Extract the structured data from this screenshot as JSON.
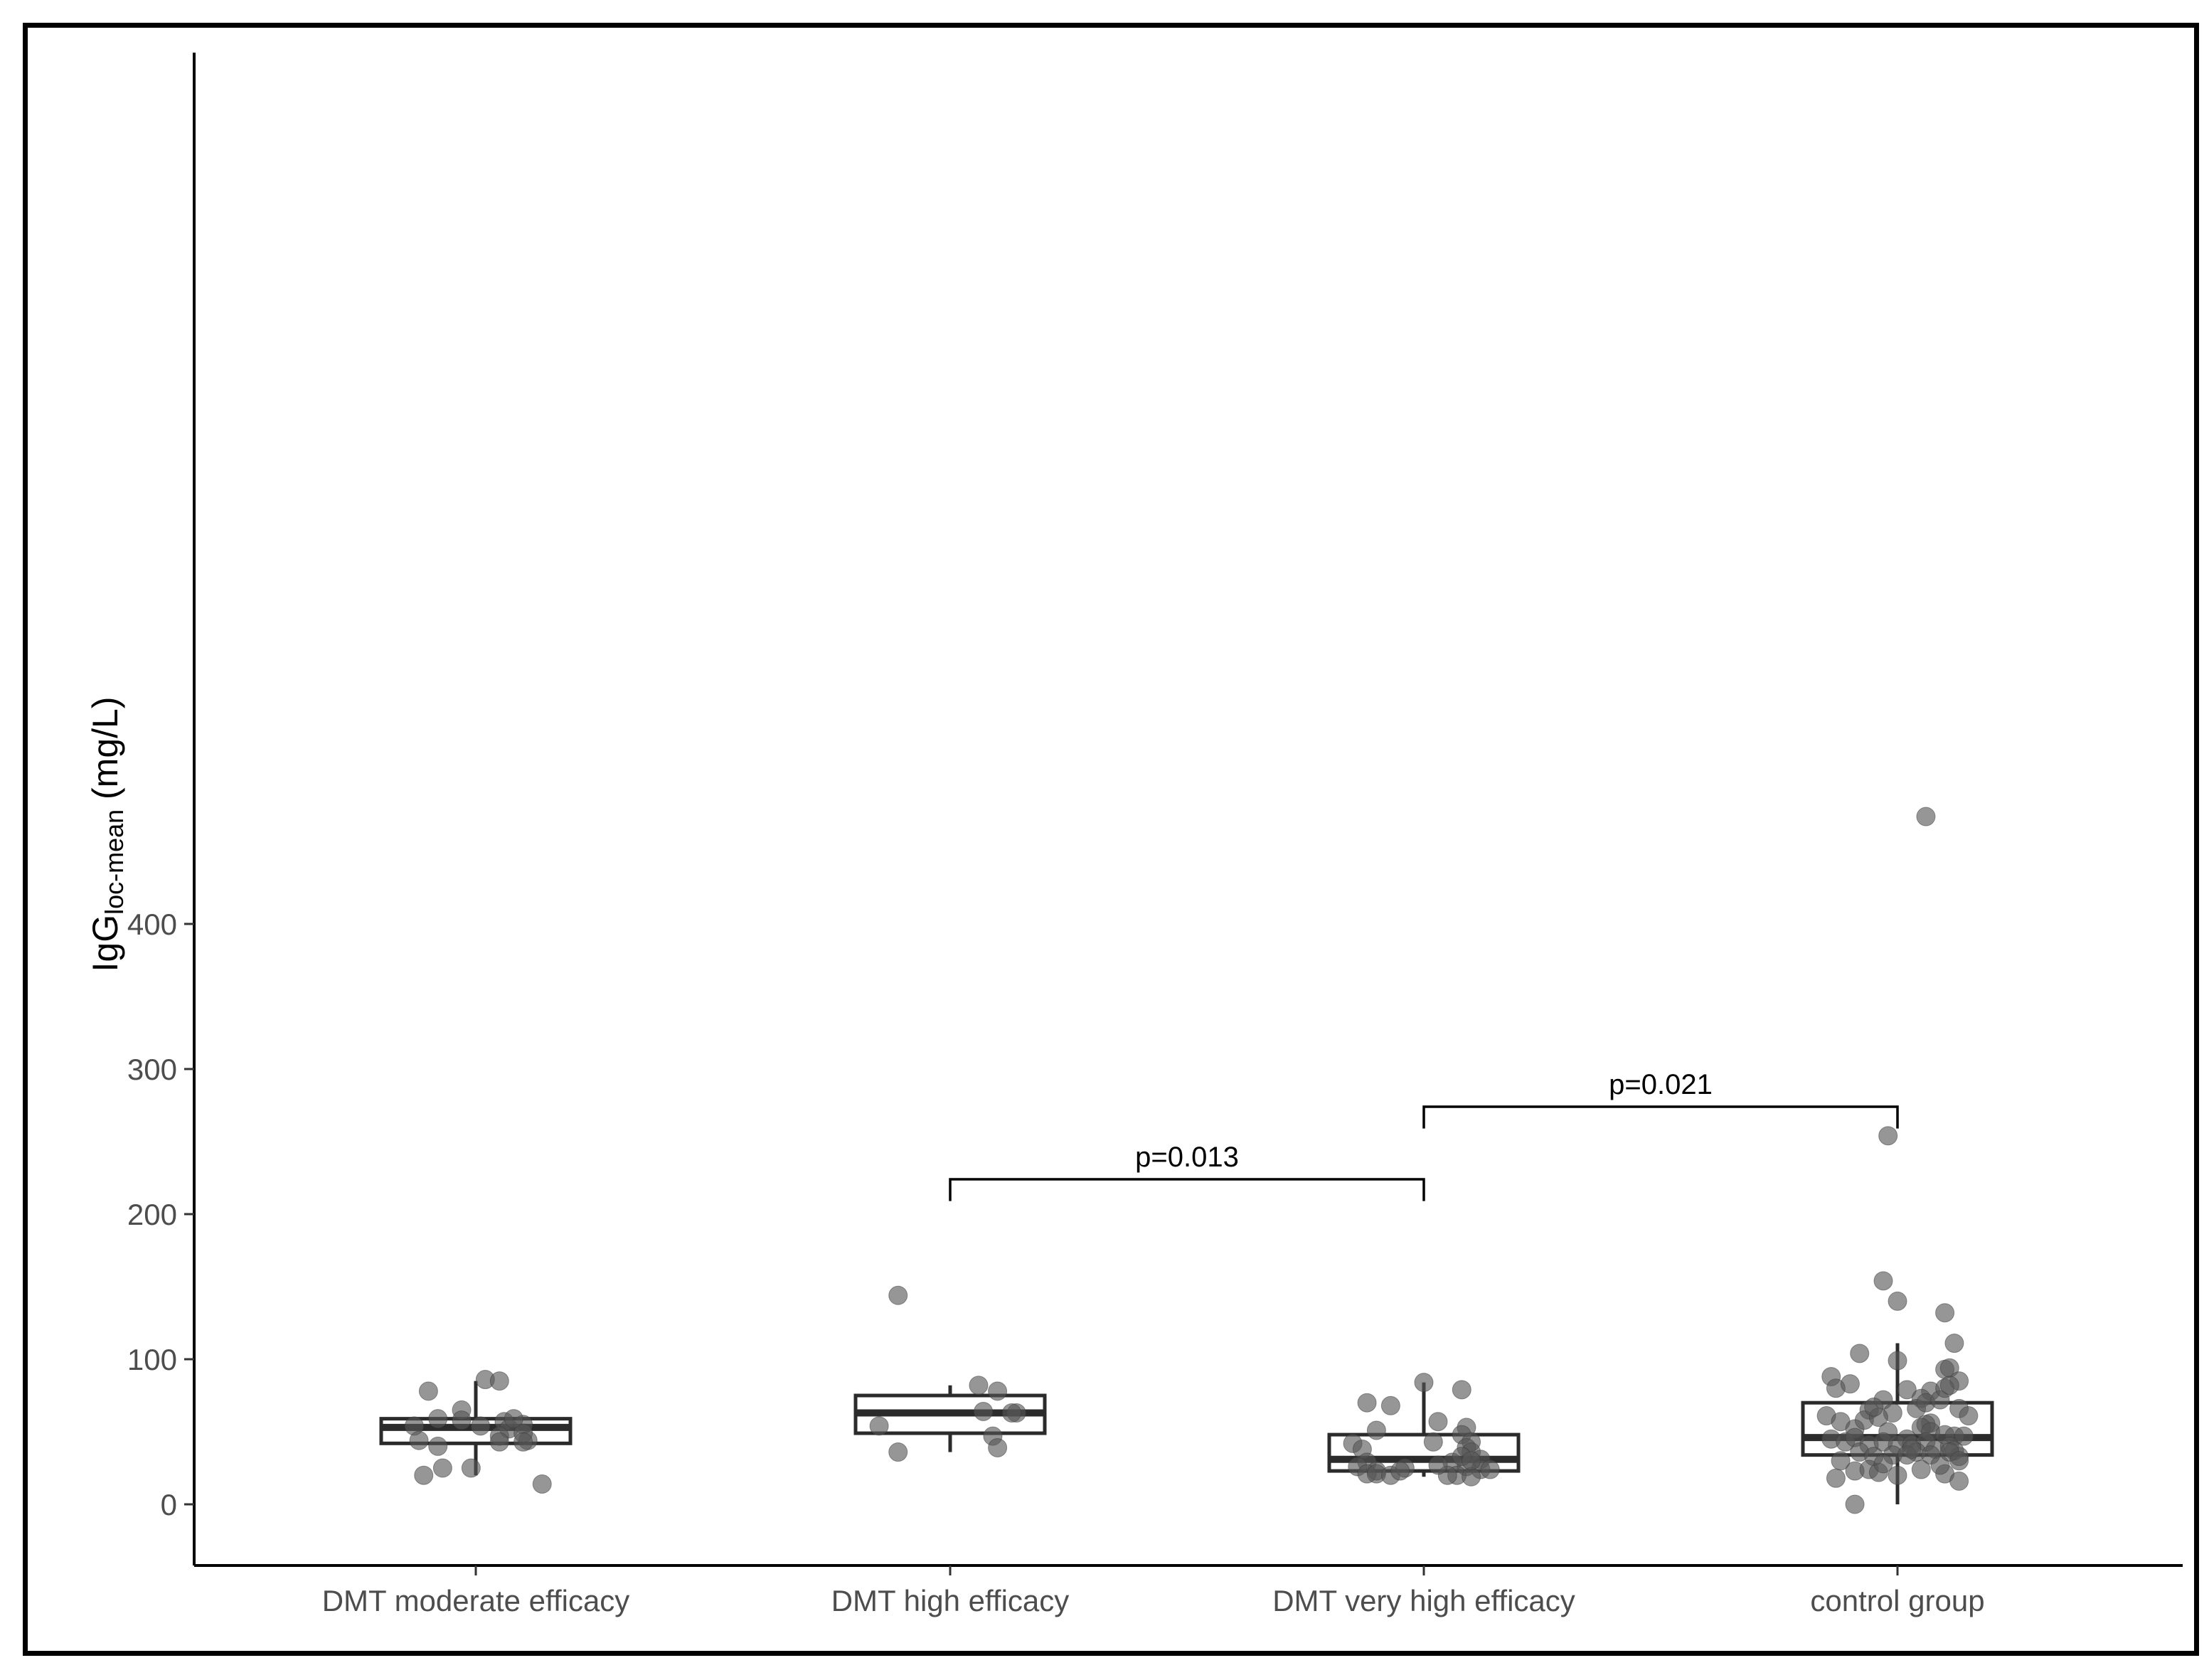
{
  "chart_data": {
    "type": "box",
    "title": "",
    "xlabel": "",
    "ylabel": {
      "main": "IgG",
      "subscript": "loc-mean",
      "unit": " (mg/L)"
    },
    "ylim": [
      -22,
      500
    ],
    "y_ticks": [
      0,
      100,
      200,
      300,
      400
    ],
    "categories": [
      "DMT moderate efficacy",
      "DMT high efficacy",
      "DMT very high efficacy",
      "control group"
    ],
    "grid": false,
    "legend": "none",
    "colors": {
      "box": "#2b2b2b",
      "point": "#555555",
      "axis": "#000000"
    },
    "boxes": [
      {
        "category": "DMT moderate efficacy",
        "whisker_low": 20,
        "q1": 42,
        "median": 53,
        "q3": 59,
        "whisker_high": 85
      },
      {
        "category": "DMT high efficacy",
        "whisker_low": 36,
        "q1": 49,
        "median": 63,
        "q3": 75,
        "whisker_high": 82
      },
      {
        "category": "DMT very high efficacy",
        "whisker_low": 19,
        "q1": 23,
        "median": 31,
        "q3": 48,
        "whisker_high": 84
      },
      {
        "category": "control group",
        "whisker_low": 0,
        "q1": 34,
        "median": 46,
        "q3": 70,
        "whisker_high": 111
      }
    ],
    "points": [
      {
        "category": "DMT moderate efficacy",
        "x_jitter": [
          -0.1,
          -0.08,
          -0.13,
          -0.12,
          -0.08,
          -0.03,
          -0.01,
          -0.03,
          0.02,
          0.05,
          0.06,
          0.07,
          0.1,
          0.11,
          0.05,
          0.1,
          0.08,
          0.1,
          0.05,
          -0.07,
          -0.11,
          0.01,
          0.14
        ],
        "y": [
          78,
          59,
          54,
          44,
          40,
          65,
          25,
          58,
          86,
          85,
          57,
          52,
          55,
          44,
          47,
          49,
          59,
          43,
          43,
          25,
          20,
          54,
          14
        ]
      },
      {
        "category": "DMT high efficacy",
        "x_jitter": [
          -0.11,
          -0.15,
          -0.11,
          0.06,
          0.1,
          0.07,
          0.14,
          0.13,
          0.09,
          0.1
        ],
        "y": [
          144,
          54,
          36,
          82,
          78,
          64,
          63,
          63,
          47,
          39
        ]
      },
      {
        "category": "DMT very high efficacy",
        "x_jitter": [
          -0.12,
          -0.07,
          -0.1,
          -0.15,
          -0.13,
          -0.12,
          -0.14,
          -0.1,
          -0.12,
          -0.1,
          -0.07,
          -0.04,
          0.02,
          0.0,
          0.03,
          0.08,
          0.09,
          0.08,
          0.1,
          0.09,
          0.1,
          0.12,
          0.06,
          0.09,
          0.12,
          0.14,
          0.07,
          0.05,
          0.1,
          -0.05,
          0.03,
          0.08,
          0.1
        ],
        "y": [
          70,
          68,
          51,
          42,
          38,
          29,
          26,
          23,
          21,
          21,
          20,
          25,
          43,
          84,
          57,
          79,
          53,
          48,
          43,
          39,
          36,
          31,
          29,
          26,
          24,
          24,
          20,
          20,
          19,
          23,
          27,
          33,
          30
        ]
      },
      {
        "category": "control group",
        "x_jitter": [
          0.06,
          -0.02,
          -0.03,
          0.0,
          -0.08,
          0.0,
          0.1,
          0.12,
          0.1,
          0.11,
          0.13,
          0.07,
          0.02,
          0.05,
          -0.14,
          -0.13,
          -0.1,
          -0.06,
          -0.03,
          -0.01,
          0.04,
          0.06,
          0.09,
          0.1,
          0.11,
          0.13,
          0.15,
          0.07,
          0.06,
          0.05,
          -0.15,
          -0.12,
          -0.09,
          -0.07,
          -0.04,
          -0.02,
          0.02,
          0.07,
          0.1,
          0.12,
          0.14,
          -0.14,
          -0.11,
          -0.09,
          -0.06,
          -0.03,
          0.0,
          0.03,
          0.06,
          0.08,
          0.11,
          0.13,
          -0.12,
          -0.08,
          -0.05,
          -0.01,
          0.04,
          0.07,
          0.12,
          0.02,
          -0.13,
          -0.09,
          -0.06,
          -0.04,
          0.0,
          0.05,
          0.1,
          0.13,
          0.09,
          -0.09,
          -0.03,
          0.03,
          -0.05,
          0.11,
          0.13
        ],
        "y": [
          474,
          254,
          154,
          140,
          104,
          99,
          132,
          111,
          93,
          94,
          85,
          78,
          79,
          73,
          88,
          80,
          83,
          65,
          72,
          63,
          66,
          70,
          72,
          80,
          82,
          66,
          61,
          56,
          55,
          53,
          61,
          57,
          52,
          58,
          60,
          50,
          45,
          50,
          48,
          47,
          47,
          45,
          43,
          46,
          41,
          43,
          41,
          41,
          43,
          38,
          40,
          33,
          30,
          36,
          33,
          34,
          36,
          34,
          37,
          34,
          18,
          23,
          24,
          22,
          20,
          24,
          21,
          16,
          27,
          0,
          28,
          38,
          67,
          36,
          30
        ]
      }
    ],
    "annotations": [
      {
        "text": "p=0.013",
        "from_category": "DMT high efficacy",
        "to_category": "DMT very high efficacy",
        "y": 224,
        "y_leg_bottom": 209
      },
      {
        "text": "p=0.021",
        "from_category": "DMT very high efficacy",
        "to_category": "control group",
        "y": 274,
        "y_leg_bottom": 259
      }
    ]
  }
}
